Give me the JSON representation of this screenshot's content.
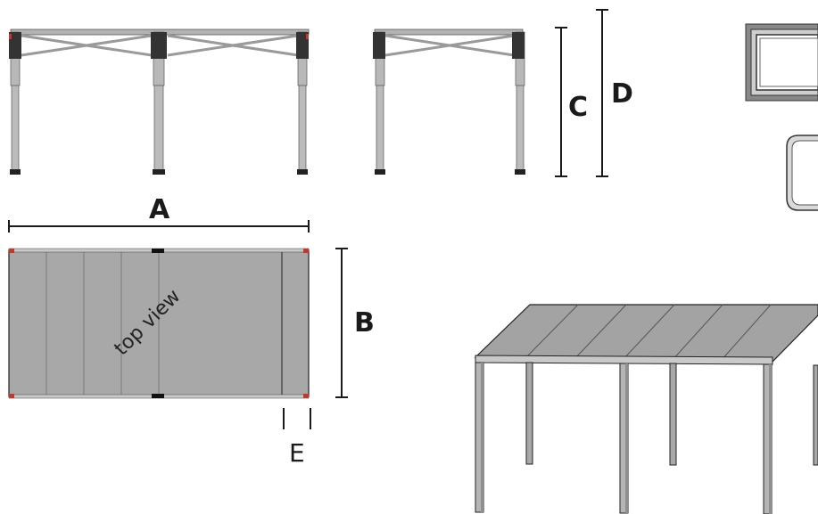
{
  "labels": {
    "a": "A",
    "b": "B",
    "c": "C",
    "d": "D",
    "e": "E",
    "top_view": "top view"
  },
  "colors": {
    "frame": "#b3b3b3",
    "frame_dark": "#8a8a8a",
    "canopy": "#a8a8a8",
    "outline": "#1a1a1a",
    "accent_red": "#c0392b"
  }
}
